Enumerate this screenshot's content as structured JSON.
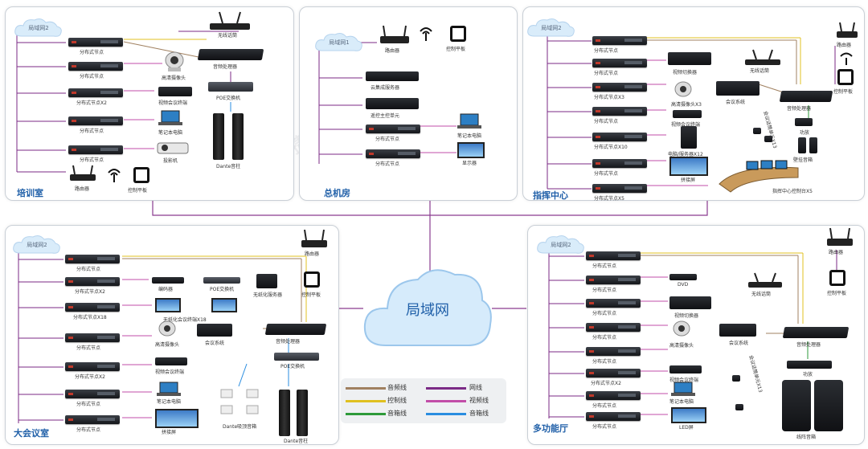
{
  "rooms": {
    "training": "培训室",
    "main_room": "总机房",
    "command": "指挥中心",
    "conference": "大会议室",
    "multi": "多功能厅"
  },
  "center": {
    "label": "局域网"
  },
  "lan_small": "局域网2",
  "lan_small_main": "局域网1",
  "legend": [
    {
      "label": "音频线",
      "color": "#a08060"
    },
    {
      "label": "网线",
      "color": "#7b2a86"
    },
    {
      "label": "控制线",
      "color": "#e0c020"
    },
    {
      "label": "视频线",
      "color": "#c24da8"
    },
    {
      "label": "音箱线",
      "color": "#2e9a3a"
    },
    {
      "label": "音箱线",
      "color": "#2a8de0"
    }
  ],
  "training": {
    "nodes": [
      "分布式节点",
      "分布式节点",
      "分布式节点X2",
      "分布式节点",
      "分布式节点"
    ],
    "wireless_mic": "无线话筒",
    "processor": "音频处理器",
    "camera": "高清摄像头",
    "vc_terminal": "视频会议终端",
    "poe": "POE交换机",
    "laptop": "笔记本电脑",
    "projector": "投影机",
    "speaker": "Dante音柱",
    "router": "路由器",
    "tablet": "控制平板"
  },
  "main_room": {
    "router": "路由器",
    "tablet": "控制平板",
    "cloud_server": "云集成服务器",
    "control_unit": "遥控主控单元",
    "node1": "分布式节点",
    "node2": "分布式节点",
    "laptop": "笔记本电脑",
    "display": "显示器"
  },
  "command": {
    "nodes": [
      "分布式节点",
      "分布式节点",
      "分布式节点X3",
      "分布式节点",
      "分布式节点X10",
      "分布式节点",
      "分布式节点X5"
    ],
    "router": "路由器",
    "tablet": "控制平板",
    "switcher": "视频切换器",
    "wireless_mic": "无线话筒",
    "camera": "高清摄像头X3",
    "conf_system": "会议系统",
    "vc_terminal": "视频会议终端",
    "processor": "音频处理器",
    "pc": "电脑/服务器X12",
    "amp": "功放",
    "mic_unit": "会议话筒单元X13",
    "spk": "壁挂音箱",
    "led": "拼接屏",
    "console": "指挥中心控制台X5"
  },
  "conference": {
    "nodes": [
      "分布式节点",
      "分布式节点X2",
      "分布式节点X18",
      "分布式节点",
      "分布式节点X2",
      "分布式节点",
      "分布式节点"
    ],
    "router": "路由器",
    "tablet": "控制平板",
    "rec": "编码器",
    "poe": "POE交换机",
    "nas": "无纸化服务器",
    "paperless": "无纸化会议终端X18",
    "camera": "高清摄像头",
    "conf_system": "会议系统",
    "processor": "音频处理器",
    "vc_terminal": "视频会议终端",
    "poe2": "POE交换机",
    "laptop": "笔记本电脑",
    "display": "拼接屏",
    "ceiling": "Dante吸顶音箱",
    "speaker": "Dante音柱"
  },
  "multi": {
    "nodes": [
      "分布式节点",
      "分布式节点",
      "分布式节点",
      "分布式节点",
      "分布式节点",
      "分布式节点X2",
      "分布式节点",
      "分布式节点"
    ],
    "router": "路由器",
    "tablet": "控制平板",
    "dvd": "DVD",
    "wireless_mic": "无线话筒",
    "switcher": "视频切换器",
    "camera": "高清摄像头",
    "conf_system": "会议系统",
    "processor": "音频处理器",
    "vc_terminal": "视频会议终端",
    "amp": "功放",
    "mic_unit": "会议话筒单元X13",
    "laptop": "笔记本电脑",
    "led": "LED屏",
    "line_array": "线阵音箱"
  }
}
